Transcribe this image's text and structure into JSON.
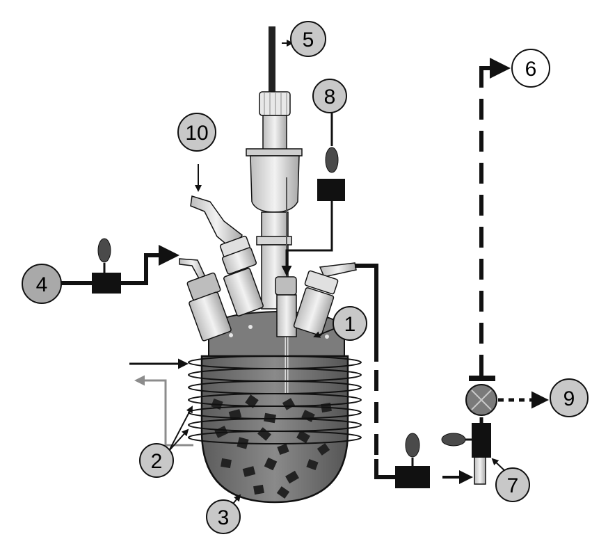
{
  "labels": {
    "l1": "1",
    "l2": "2",
    "l3": "3",
    "l4": "4",
    "l5": "5",
    "l6": "6",
    "l7": "7",
    "l8": "8",
    "l9": "9",
    "l10": "10"
  },
  "colors": {
    "label_fill": "#c8c8c8",
    "label_fill_dark": "#a9a9a9",
    "label_fill_white": "#ffffff",
    "line": "#111111",
    "glass": "#dcdcdc",
    "liquid": "#6e6e6e",
    "knob": "#4a4a4a",
    "return_line": "#8c8c8c"
  }
}
